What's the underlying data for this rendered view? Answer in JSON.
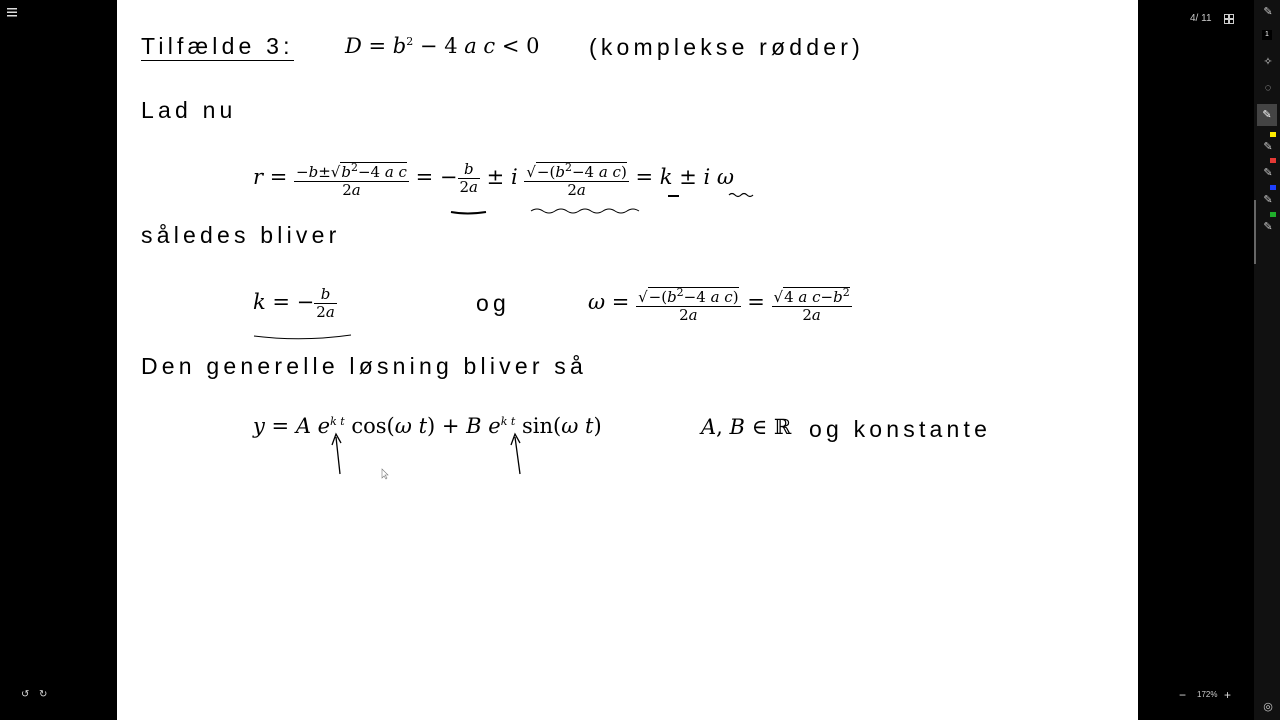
{
  "viewer": {
    "page_counter": "4/ 11",
    "zoom": "172%",
    "pen_width": "1"
  },
  "slide": {
    "case_label": "Tilfælde 3:",
    "case_condition_note": "(komplekse rødder)",
    "let_now": "Lad nu",
    "thus": "således bliver",
    "and_word": "og",
    "general_solution_intro": "Den generelle løsning bliver så",
    "constants_text": "og konstante"
  },
  "toolbar": {
    "colors": {
      "yellow": "#ffeb00",
      "red": "#e53935",
      "blue": "#1e40ff",
      "green": "#1fae2b"
    }
  }
}
